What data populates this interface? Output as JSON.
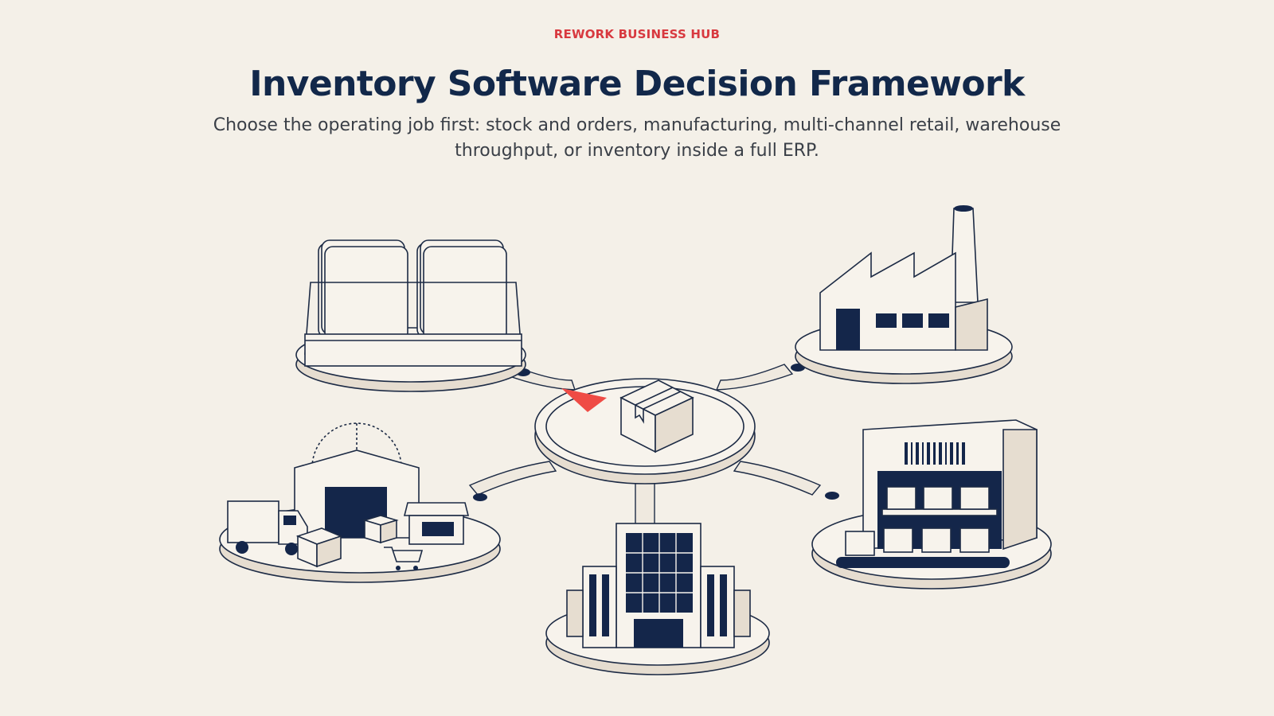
{
  "header": {
    "eyebrow": "REWORK BUSINESS HUB",
    "title": "Inventory Software Decision Framework",
    "subtitle": "Choose the operating job first: stock and orders, manufacturing, multi-channel retail, warehouse throughput, or inventory inside a full ERP."
  },
  "diagram": {
    "hub": {
      "icon": "package-box-icon",
      "pointer_color": "#ef4b45"
    },
    "nodes": [
      {
        "id": "stock-orders",
        "icon": "card-tray-icon"
      },
      {
        "id": "manufacturing",
        "icon": "factory-icon"
      },
      {
        "id": "multi-channel-retail",
        "icon": "warehouse-truck-store-icon"
      },
      {
        "id": "warehouse-throughput",
        "icon": "conveyor-warehouse-icon"
      },
      {
        "id": "full-erp",
        "icon": "office-building-icon"
      }
    ]
  },
  "colors": {
    "background": "#f4f0e8",
    "accent": "#d8393f",
    "navy": "#12284a",
    "text": "#3a3f47"
  }
}
